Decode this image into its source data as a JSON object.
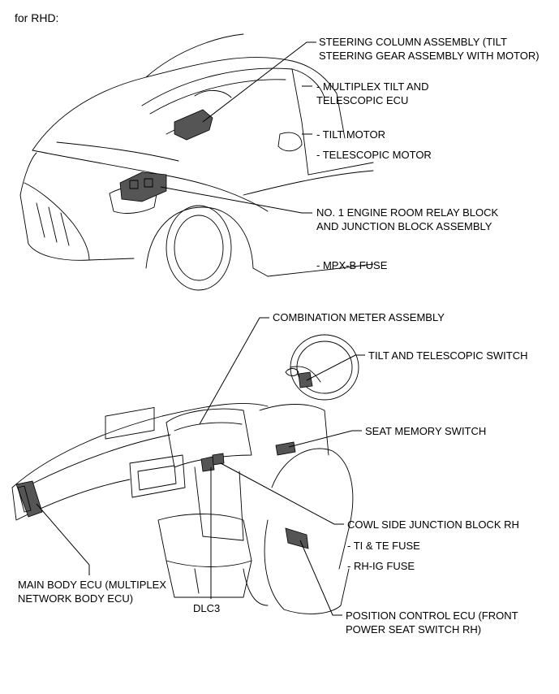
{
  "heading": "for RHD:",
  "top": {
    "steering_column": [
      "STEERING COLUMN ASSEMBLY (TILT",
      "STEERING GEAR ASSEMBLY WITH MOTOR)"
    ],
    "multiplex_ecu": [
      "- MULTIPLEX TILT AND",
      "TELESCOPIC ECU"
    ],
    "tilt_motor": "- TILT MOTOR",
    "telescopic_motor": "- TELESCOPIC MOTOR",
    "relay_block": [
      "NO. 1 ENGINE ROOM RELAY BLOCK",
      "AND JUNCTION BLOCK ASSEMBLY"
    ],
    "mpx_fuse": "- MPX-B FUSE"
  },
  "bottom": {
    "combination_meter": "COMBINATION METER ASSEMBLY",
    "tilt_switch": "TILT AND TELESCOPIC SWITCH",
    "seat_memory": "SEAT MEMORY SWITCH",
    "cowl_junction": "COWL SIDE JUNCTION BLOCK RH",
    "ti_te_fuse": "- TI & TE FUSE",
    "rh_ig_fuse": "- RH-IG FUSE",
    "main_body_ecu": [
      "MAIN BODY ECU (MULTIPLEX",
      "NETWORK BODY ECU)"
    ],
    "dlc3": "DLC3",
    "position_ecu": [
      "POSITION CONTROL ECU (FRONT",
      "POWER SEAT SWITCH RH)"
    ]
  }
}
